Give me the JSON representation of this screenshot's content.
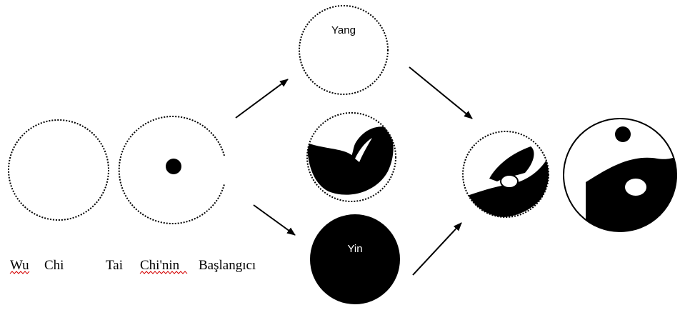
{
  "labels": {
    "wu_chi": {
      "word1": "Wu",
      "word2": "Chi"
    },
    "tai_chi": {
      "word1": "Tai",
      "word2": "Chi'nin",
      "word3": "Başlangıcı"
    },
    "yang": "Yang",
    "yin": "Yin"
  },
  "colors": {
    "ink": "#000000",
    "background": "#ffffff",
    "spellcheck": "#d40000"
  }
}
